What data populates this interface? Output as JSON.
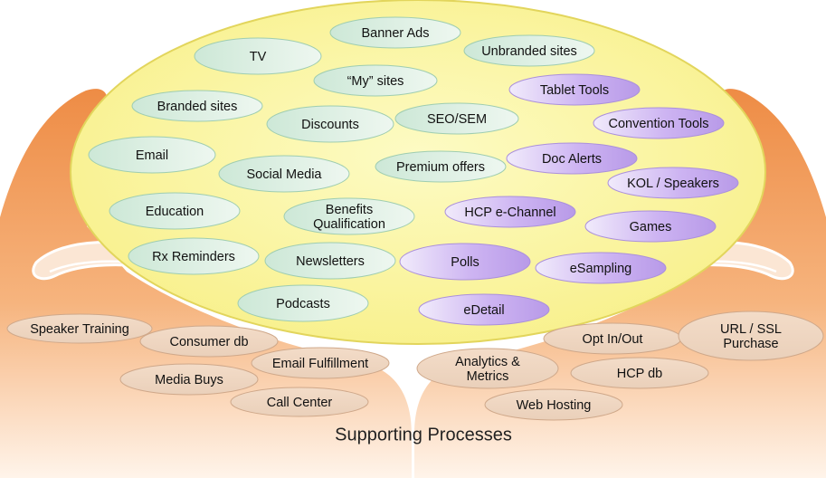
{
  "plate_items": [
    {
      "label": "Banner Ads",
      "kind": "green"
    },
    {
      "label": "TV",
      "kind": "green"
    },
    {
      "label": "Unbranded sites",
      "kind": "green"
    },
    {
      "label": "“My” sites",
      "kind": "green"
    },
    {
      "label": "Tablet Tools",
      "kind": "purple"
    },
    {
      "label": "Branded sites",
      "kind": "green"
    },
    {
      "label": "Discounts",
      "kind": "green"
    },
    {
      "label": "SEO/SEM",
      "kind": "green"
    },
    {
      "label": "Convention Tools",
      "kind": "purple"
    },
    {
      "label": "Email",
      "kind": "green"
    },
    {
      "label": "Doc Alerts",
      "kind": "purple"
    },
    {
      "label": "Premium offers",
      "kind": "green"
    },
    {
      "label": "Social Media",
      "kind": "green"
    },
    {
      "label": "KOL / Speakers",
      "kind": "purple"
    },
    {
      "label": "Education",
      "kind": "green"
    },
    {
      "label": "Benefits\nQualification",
      "kind": "green"
    },
    {
      "label": "HCP e-Channel",
      "kind": "purple"
    },
    {
      "label": "Games",
      "kind": "purple"
    },
    {
      "label": "Rx Reminders",
      "kind": "green"
    },
    {
      "label": "Newsletters",
      "kind": "green"
    },
    {
      "label": "Polls",
      "kind": "purple"
    },
    {
      "label": "eSampling",
      "kind": "purple"
    },
    {
      "label": "Podcasts",
      "kind": "green"
    },
    {
      "label": "eDetail",
      "kind": "purple"
    }
  ],
  "process_items": [
    {
      "label": "Speaker Training"
    },
    {
      "label": "Consumer db"
    },
    {
      "label": "Email Fulfillment"
    },
    {
      "label": "Media Buys"
    },
    {
      "label": "Call Center"
    },
    {
      "label": "Analytics &\nMetrics"
    },
    {
      "label": "Opt In/Out"
    },
    {
      "label": "URL / SSL\nPurchase"
    },
    {
      "label": "HCP db"
    },
    {
      "label": "Web Hosting"
    }
  ],
  "footer_label": "Supporting Processes",
  "colors": {
    "plate_fill": "#fbf7a0",
    "plate_stroke": "#e0d458",
    "green_fill": "#d9efe3",
    "purple_fill": "#c7aef0",
    "process_fill": "#f0d6c0",
    "hand": "#f29a55"
  }
}
